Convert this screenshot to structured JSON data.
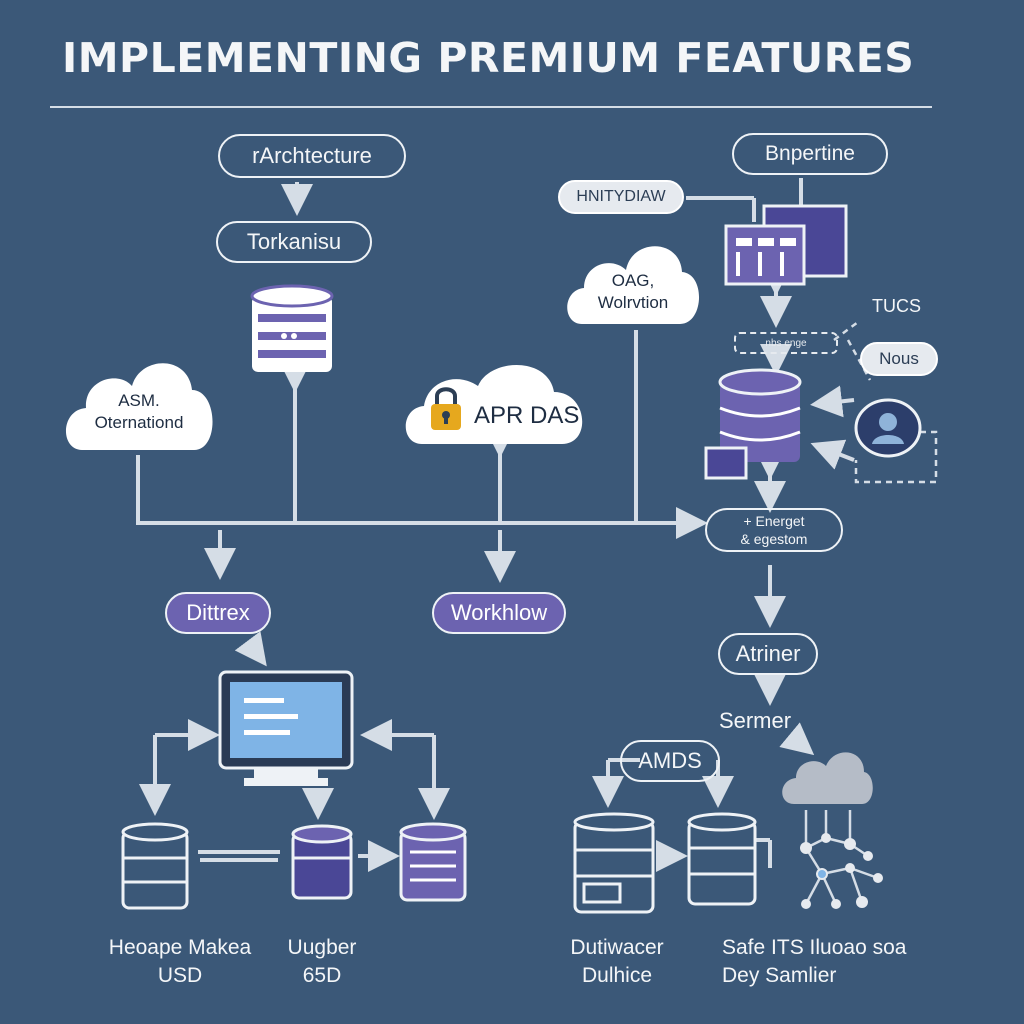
{
  "title": "IMPLEMENTING PREMIUM FEATURES",
  "nodes": {
    "architecture": "rArchtecture",
    "torkanisu": "Torkanisu",
    "asm_line1": "ASM.",
    "asm_line2": "Oternationd",
    "aprdas": "APR DAS",
    "oac_line1": "OAG,",
    "oac_line2": "Wolrvtion",
    "entity": "HNITYDIAW",
    "bnpertine": "Bnpertine",
    "dash_label": "nbs enge",
    "tucs": "TUCS",
    "nous": "Nous",
    "energet_line1": "+ Energet",
    "energet_line2": "& egestom",
    "dittrex": "Dittrex",
    "workflow": "Workhlow",
    "atriner": "Atriner",
    "sermer": "Sermer",
    "amds": "AMDS"
  },
  "captions": {
    "heoape_line1": "Heoape Makea",
    "heoape_line2": "USD",
    "ugber_line1": "Uugber",
    "ugber_line2": "65D",
    "dutiwacer_line1": "Dutiwacer",
    "dutiwacer_line2": "Dulhice",
    "safe_line1": "Safe ITS Iluoao soa",
    "safe_line2": "Dey Samlier"
  },
  "colors": {
    "background": "#3b5878",
    "accent_purple": "#6c63b0",
    "lock_gold": "#e6a81e",
    "screen_blue": "#7fb4e6",
    "line_light": "#d5dde6"
  }
}
